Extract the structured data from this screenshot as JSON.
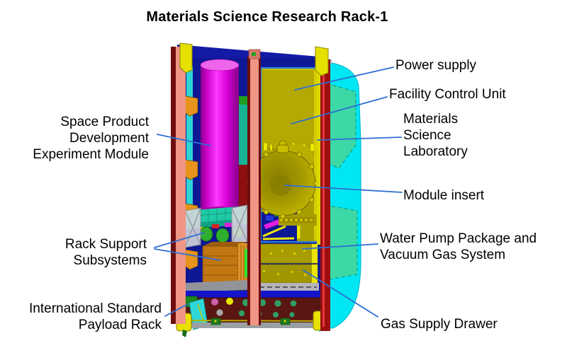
{
  "title": "Materials Science Research Rack-1",
  "labels": {
    "space_product": "Space Product\nDevelopment\nExperiment Module",
    "rack_support": "Rack Support\nSubsystems",
    "payload_rack": "International Standard\nPayload Rack",
    "power_supply": "Power supply",
    "facility_control_unit": "Facility Control Unit",
    "materials_science_laboratory": "Materials\nScience\nLaboratory",
    "module_insert": "Module insert",
    "water_pump": "Water Pump Package and\nVacuum Gas System",
    "gas_supply": "Gas Supply Drawer"
  },
  "palette": {
    "background": "#ffffff",
    "text": "#000000",
    "leader_line": "#2e6fd2",
    "side_panel_cyan": "#00e6f2",
    "side_panel_teal": "#3cd8a6",
    "frame_navy": "#131ba6",
    "cylinder_magenta": "#ff38ff",
    "post_salmon": "#ef9684",
    "post_dark_red": "#9c0f0f",
    "msl_olive": "#b3a900",
    "drawer_orange": "#c27612",
    "bottom_maroon": "#5a1612",
    "bracket_yellow": "#e6e000",
    "shelf_teal": "#1fc9a5",
    "tank_green": "#2fae2f"
  }
}
